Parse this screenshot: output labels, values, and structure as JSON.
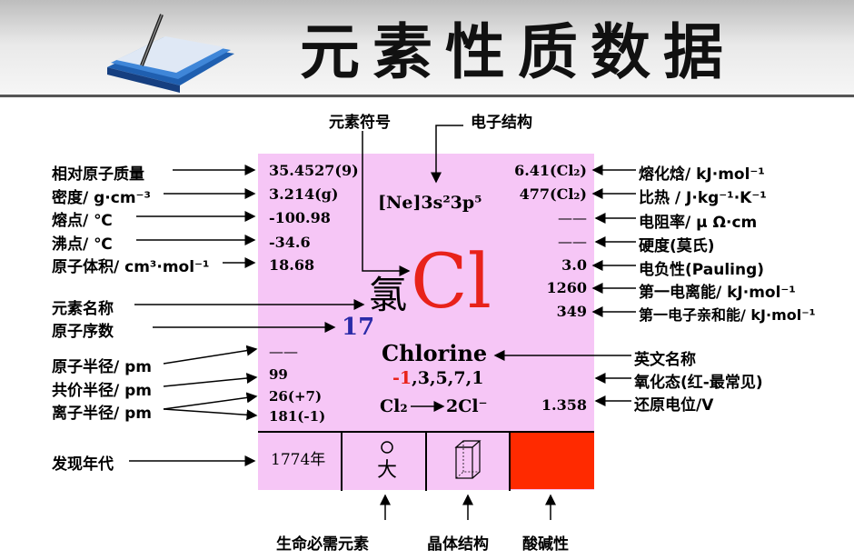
{
  "header": {
    "title": "元素性质数据"
  },
  "top_labels": {
    "symbol": "元素符号",
    "config": "电子结构"
  },
  "left_labels": {
    "atomic_mass": "相对原子质量",
    "density": "密度/ g·cm⁻³",
    "melting_point": "熔点/ ℃",
    "boiling_point": "沸点/ ℃",
    "atomic_volume": "原子体积/ cm³·mol⁻¹",
    "element_name": "元素名称",
    "atomic_number": "原子序数",
    "atomic_radius": "原子半径/ pm",
    "covalent_radius": "共价半径/ pm",
    "ionic_radius": "离子半径/ pm",
    "discovery_year": "发现年代"
  },
  "right_labels": {
    "heat_of_fusion": "熔化焓/ kJ·mol⁻¹",
    "specific_heat": "比热 / J·kg⁻¹·K⁻¹",
    "resistivity": "电阻率/ μ Ω·cm",
    "hardness": "硬度(莫氏)",
    "electronegativity": "电负性(Pauling)",
    "first_ionization": "第一电离能/ kJ·mol⁻¹",
    "electron_affinity": "第一电子亲和能/ kJ·mol⁻¹",
    "english_name": "英文名称",
    "oxidation_states": "氧化态(红-最常见)",
    "reduction_potential": "还原电位/V"
  },
  "bottom_labels": {
    "essential": "生命必需元素",
    "crystal": "晶体结构",
    "acidity": "酸碱性"
  },
  "values": {
    "atomic_mass": "35.4527(9)",
    "density": "3.214(g)",
    "melting_point": "-100.98",
    "boiling_point": "-34.6",
    "atomic_volume": "18.68",
    "heat_of_fusion": "6.41(Cl₂)",
    "specific_heat": "477(Cl₂)",
    "resistivity": "——",
    "hardness": "——",
    "electronegativity": "3.0",
    "first_ionization": "1260",
    "electron_affinity": "349",
    "electron_config": "[Ne]3s²3p⁵",
    "symbol": "Cl",
    "chinese_name": "氯",
    "atomic_number": "17",
    "english_name": "Chlorine",
    "oxidation_common": "-1",
    "oxidation_rest": ",3,5,7,1",
    "atomic_radius": "——",
    "covalent_radius": "99",
    "ionic_radius_1": "26(+7)",
    "ionic_radius_2": "181(-1)",
    "reaction_left": "Cl₂",
    "reaction_right": "2Cl⁻",
    "reduction_potential": "1.358",
    "discovery_year": "1774年"
  },
  "colors": {
    "card": "#f6c6f6",
    "symbol": "#e8221a",
    "atomic_number": "#2b2ba8",
    "acidity": "#ff2a00",
    "oxidation_common": "#e8221a"
  }
}
